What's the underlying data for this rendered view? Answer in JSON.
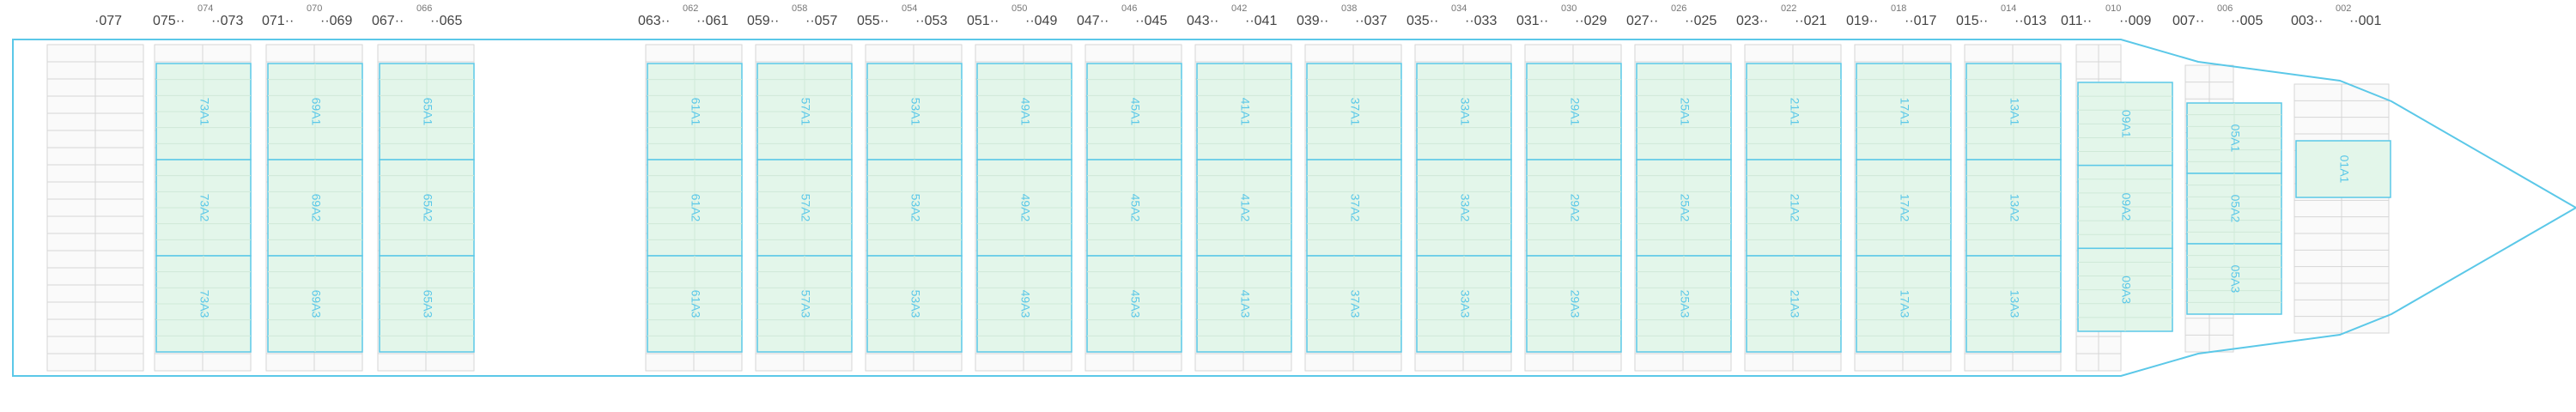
{
  "colors": {
    "hull_outline": "#5bc8e8",
    "hold_fill": "#e3f6ea",
    "hold_border": "#5bc8e8",
    "hold_label": "#5bc8e8",
    "grid_line": "#d6d6d6",
    "grid_fill": "#fafafa",
    "bay_text": "#444444"
  },
  "bay_groups": [
    {
      "left": "·077",
      "right": "",
      "center": ""
    },
    {
      "left": "075··",
      "right": "··073",
      "center": "074"
    },
    {
      "left": "071··",
      "right": "··069",
      "center": "070"
    },
    {
      "left": "067··",
      "right": "··065",
      "center": "066"
    },
    {
      "left": "063··",
      "right": "··061",
      "center": "062"
    },
    {
      "left": "059··",
      "right": "··057",
      "center": "058"
    },
    {
      "left": "055··",
      "right": "··053",
      "center": "054"
    },
    {
      "left": "051··",
      "right": "··049",
      "center": "050"
    },
    {
      "left": "047··",
      "right": "··045",
      "center": "046"
    },
    {
      "left": "043··",
      "right": "··041",
      "center": "042"
    },
    {
      "left": "039··",
      "right": "··037",
      "center": "038"
    },
    {
      "left": "035··",
      "right": "··033",
      "center": "034"
    },
    {
      "left": "031··",
      "right": "··029",
      "center": "030"
    },
    {
      "left": "027··",
      "right": "··025",
      "center": "026"
    },
    {
      "left": "023··",
      "right": "··021",
      "center": "022"
    },
    {
      "left": "019··",
      "right": "··017",
      "center": "018"
    },
    {
      "left": "015··",
      "right": "··013",
      "center": "014"
    },
    {
      "left": "011··",
      "right": "··009",
      "center": "010"
    },
    {
      "left": "007··",
      "right": "··005",
      "center": "006"
    },
    {
      "left": "003··",
      "right": "··001",
      "center": "002"
    }
  ],
  "holds": [
    {
      "bay": "73",
      "labels": [
        "73A1",
        "73A2",
        "73A3"
      ]
    },
    {
      "bay": "69",
      "labels": [
        "69A1",
        "69A2",
        "69A3"
      ]
    },
    {
      "bay": "65",
      "labels": [
        "65A1",
        "65A2",
        "65A3"
      ]
    },
    {
      "bay": "61",
      "labels": [
        "61A1",
        "61A2",
        "61A3"
      ]
    },
    {
      "bay": "57",
      "labels": [
        "57A1",
        "57A2",
        "57A3"
      ]
    },
    {
      "bay": "53",
      "labels": [
        "53A1",
        "53A2",
        "53A3"
      ]
    },
    {
      "bay": "49",
      "labels": [
        "49A1",
        "49A2",
        "49A3"
      ]
    },
    {
      "bay": "45",
      "labels": [
        "45A1",
        "45A2",
        "45A3"
      ]
    },
    {
      "bay": "41",
      "labels": [
        "41A1",
        "41A2",
        "41A3"
      ]
    },
    {
      "bay": "37",
      "labels": [
        "37A1",
        "37A2",
        "37A3"
      ]
    },
    {
      "bay": "33",
      "labels": [
        "33A1",
        "33A2",
        "33A3"
      ]
    },
    {
      "bay": "29",
      "labels": [
        "29A1",
        "29A2",
        "29A3"
      ]
    },
    {
      "bay": "25",
      "labels": [
        "25A1",
        "25A2",
        "25A3"
      ]
    },
    {
      "bay": "21",
      "labels": [
        "21A1",
        "21A2",
        "21A3"
      ]
    },
    {
      "bay": "17",
      "labels": [
        "17A1",
        "17A2",
        "17A3"
      ]
    },
    {
      "bay": "13",
      "labels": [
        "13A1",
        "13A2",
        "13A3"
      ]
    },
    {
      "bay": "09",
      "labels": [
        "09A1",
        "09A2",
        "09A3"
      ]
    },
    {
      "bay": "05",
      "labels": [
        "05A1",
        "05A2",
        "05A3"
      ]
    },
    {
      "bay": "01",
      "labels": [
        "01A1"
      ]
    }
  ]
}
